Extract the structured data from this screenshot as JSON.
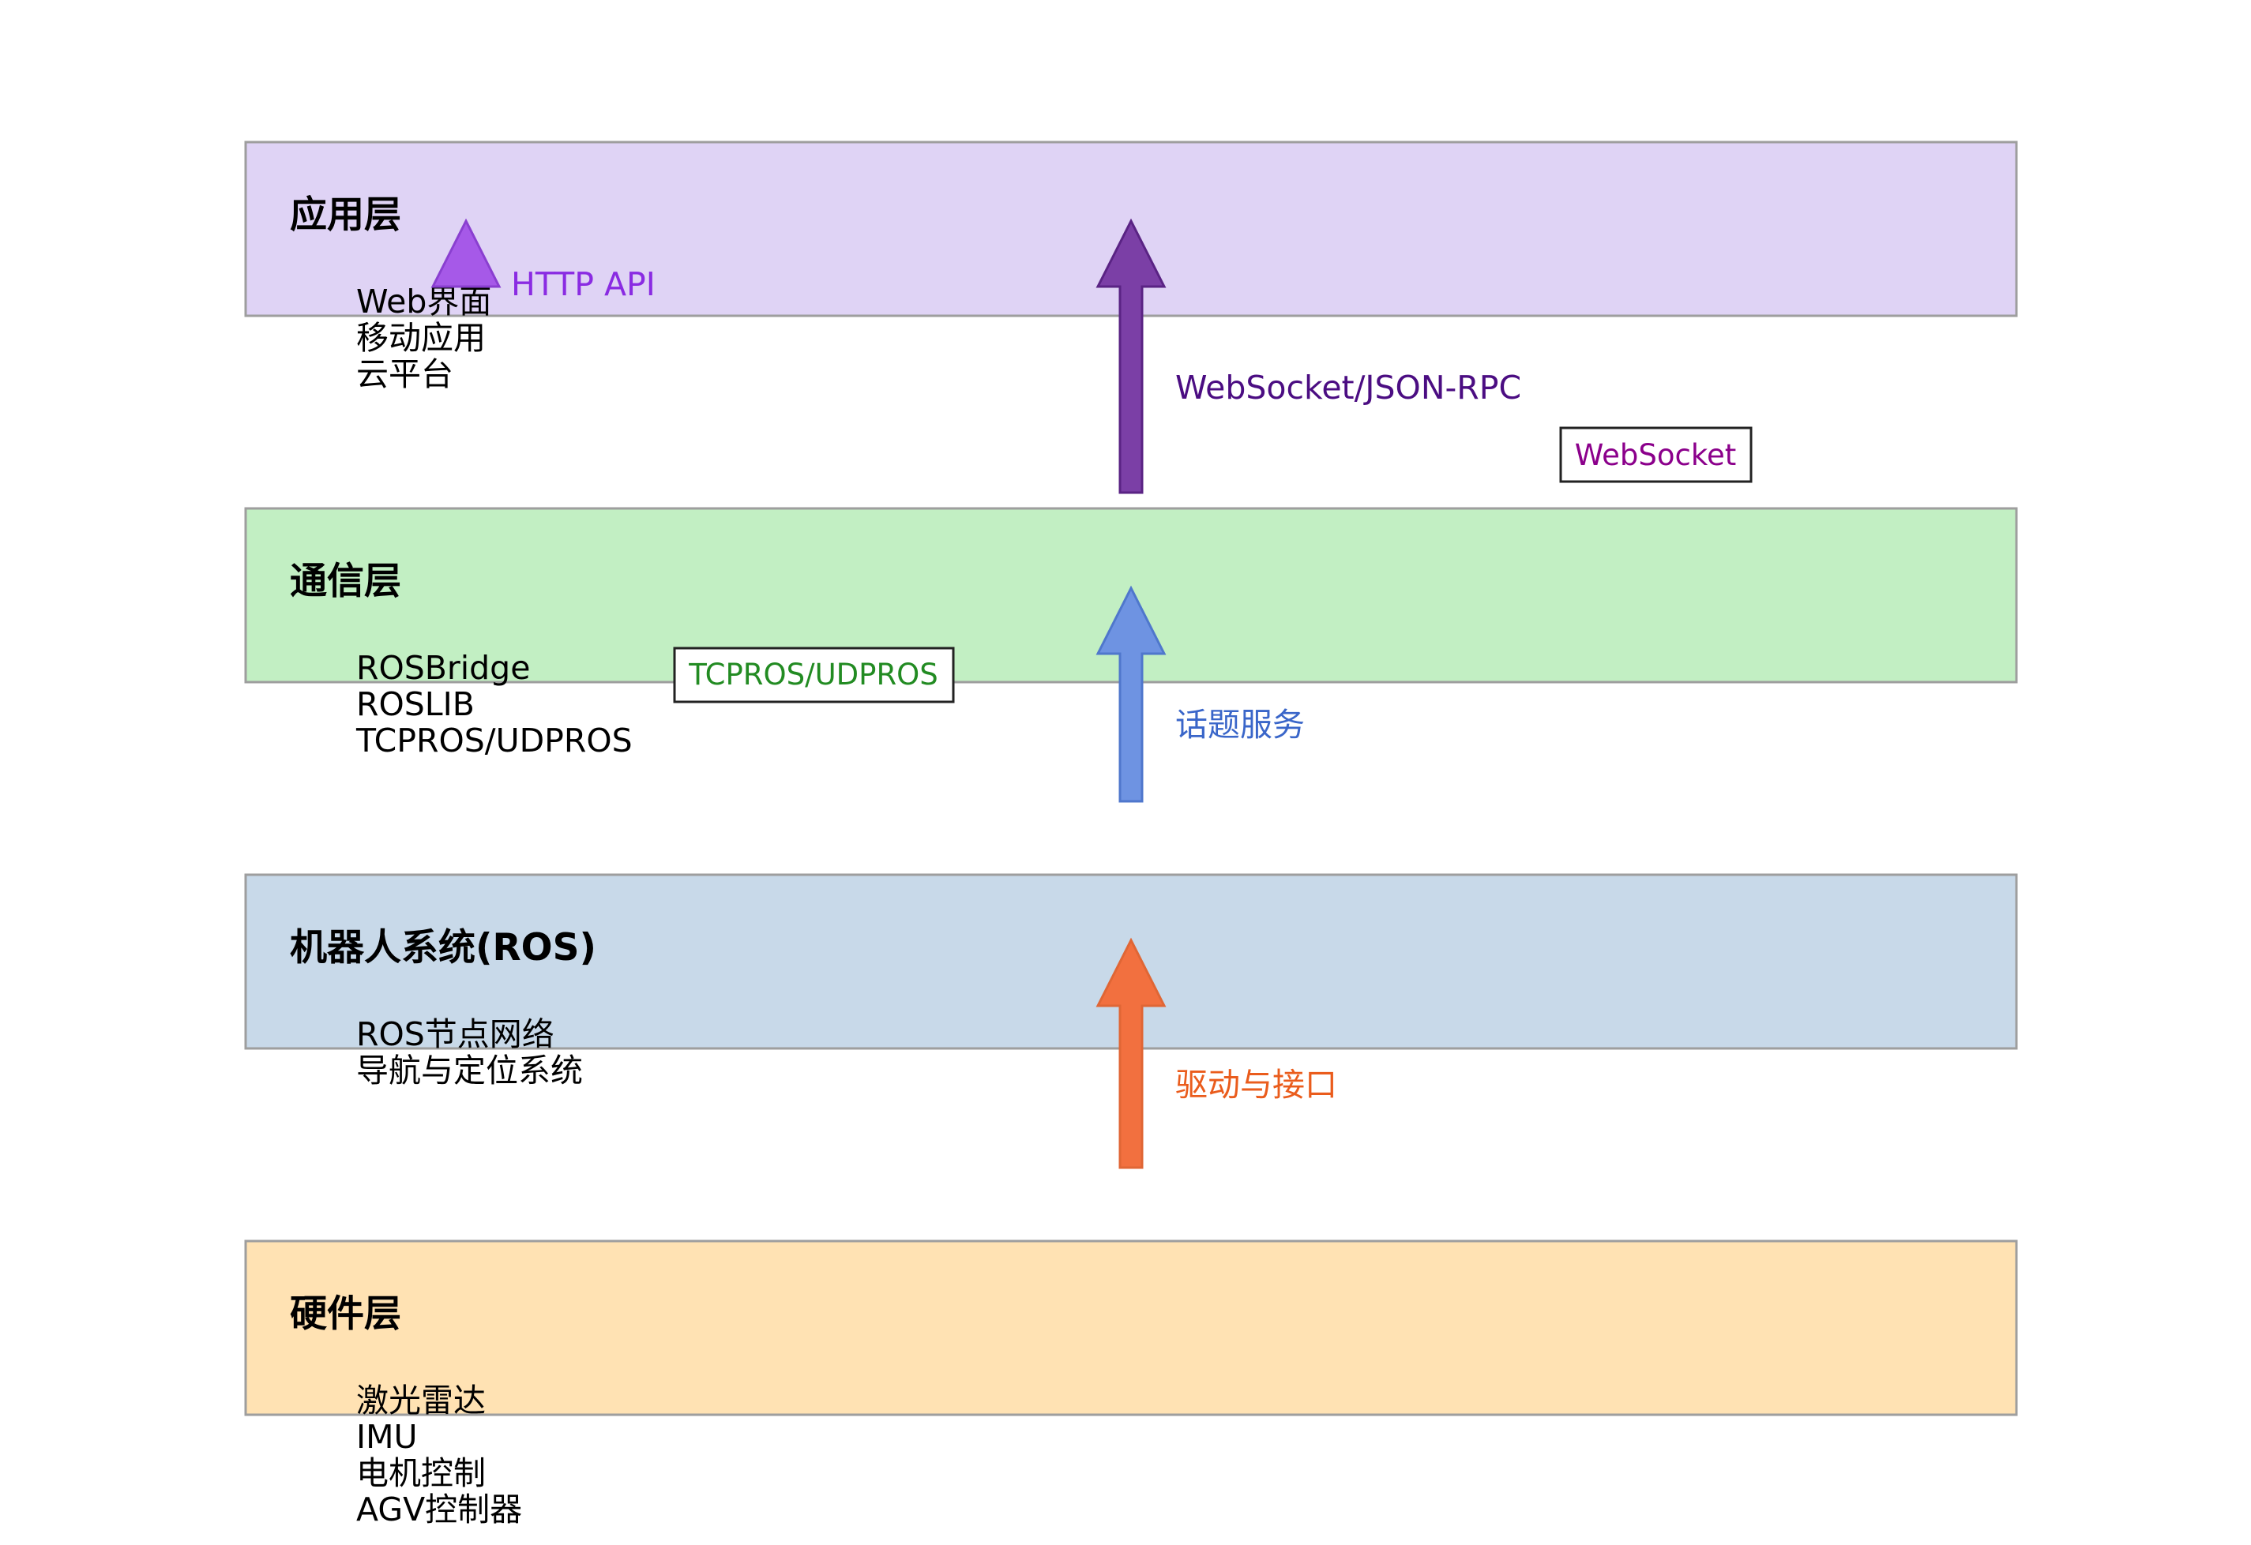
{
  "layers": [
    {
      "title": "应用层",
      "fill": "#dfd3f5",
      "items": [
        "Web界面",
        "移动应用",
        "云平台"
      ]
    },
    {
      "title": "通信层",
      "fill": "#c2efc3",
      "items": [
        "ROSBridge",
        "ROSLIB",
        "TCPROS/UDPROS"
      ]
    },
    {
      "title": "机器人系统(ROS)",
      "fill": "#c8d9e9",
      "items": [
        "ROS节点网络",
        "导航与定位系统"
      ]
    },
    {
      "title": "硬件层",
      "fill": "#ffe2b3",
      "items": [
        "激光雷达",
        "IMU",
        "电机控制",
        "AGV控制器"
      ]
    }
  ],
  "arrows": [
    {
      "label": "WebSocket/JSON-RPC",
      "color": "#7b3fa6",
      "stroke": "#5a2384",
      "label_color": "#4b0d82"
    },
    {
      "label": "话题服务",
      "color": "#6e93e2",
      "stroke": "#4f77cc",
      "label_color": "#3a66c9"
    },
    {
      "label": "驱动与接口",
      "color": "#f2703f",
      "stroke": "#e06635",
      "label_color": "#ea5c1c"
    },
    {
      "label": "HTTP API",
      "color": "#a659e8",
      "stroke": "#8a3fd0",
      "label_color": "#8a2be2"
    }
  ],
  "tags": [
    {
      "label": "WebSocket",
      "color": "#8b008b"
    },
    {
      "label": "TCPROS/UDPROS",
      "color": "#228b22"
    }
  ]
}
